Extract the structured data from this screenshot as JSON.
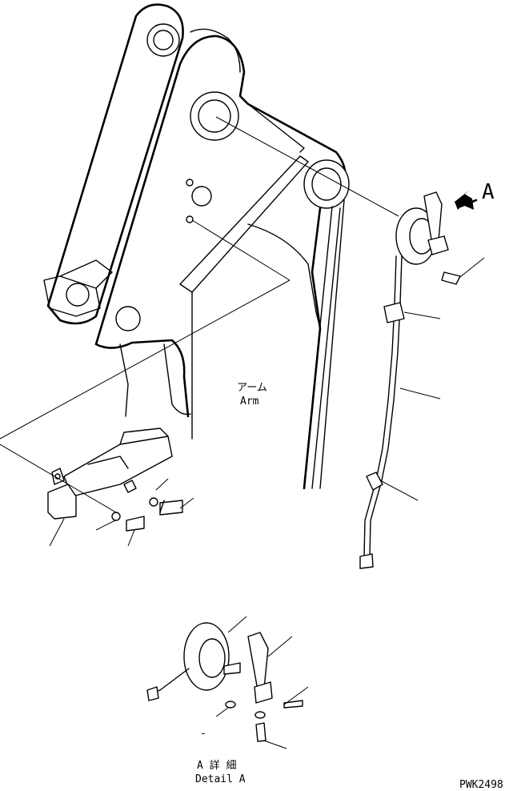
{
  "labels": {
    "view_marker": "A",
    "arm_jp": "アーム",
    "arm_en": "Arm",
    "detail_jp": "A 詳 細",
    "detail_en": "Detail A",
    "drawing_no": "PWK2498",
    "dash": "-"
  },
  "icons": {
    "view_arrow": "arrow-left-down-icon"
  }
}
